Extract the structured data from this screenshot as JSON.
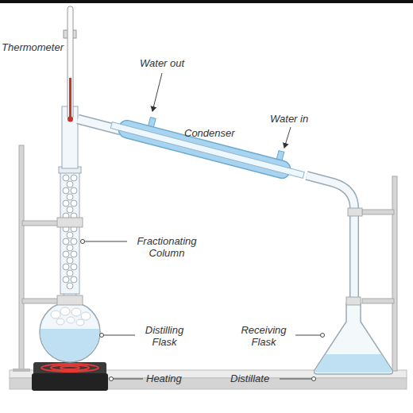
{
  "diagram": {
    "labels": [
      "Thermometer",
      "Water out",
      "Water in",
      "Condenser",
      "Fractionating Column",
      "Distilling Flask",
      "Receiving Flask",
      "Heating",
      "Distillate"
    ]
  }
}
